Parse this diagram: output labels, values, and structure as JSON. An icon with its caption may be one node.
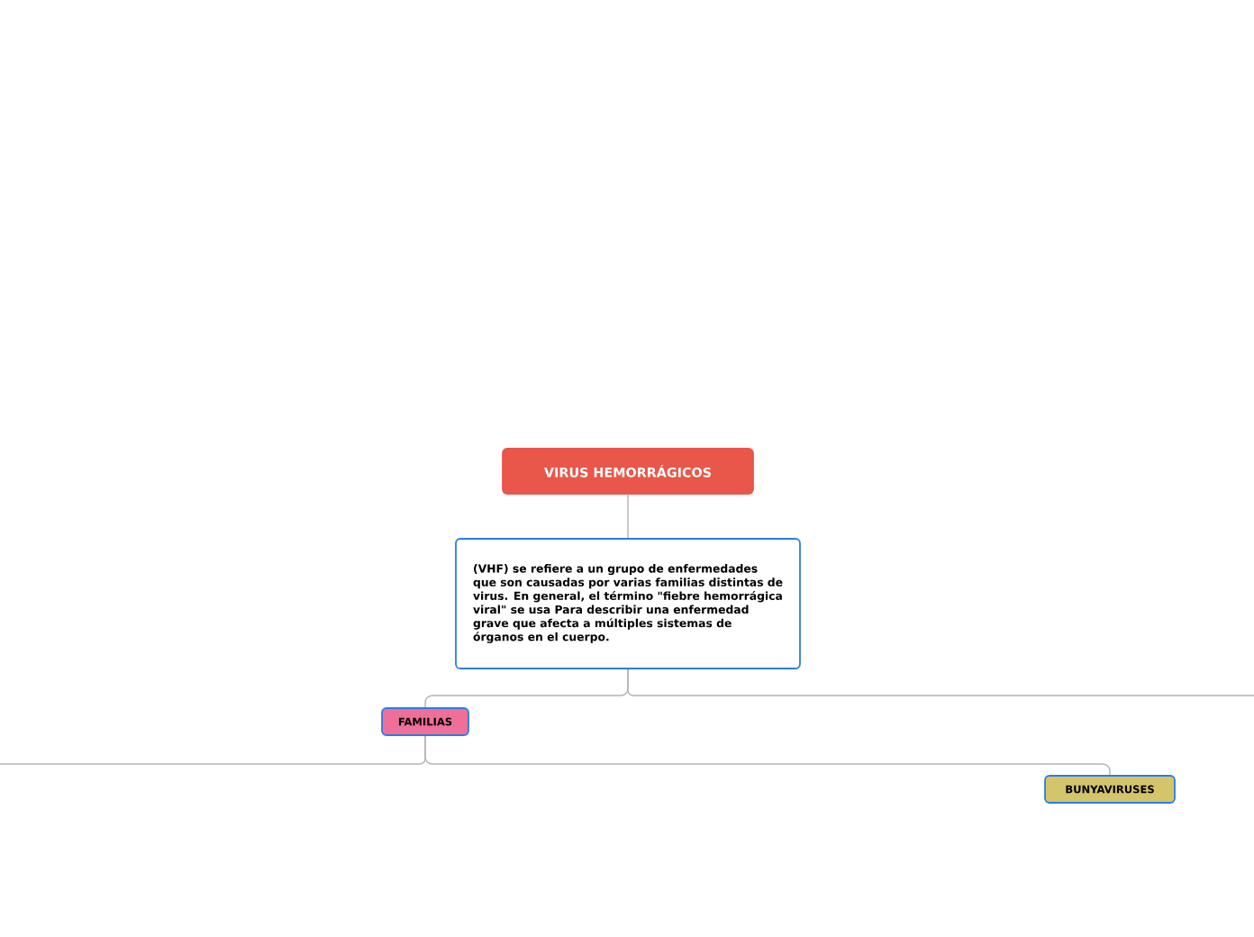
{
  "diagram": {
    "nodes": [
      {
        "text": [
          "VIRUS HEMORRÁGICOS"
        ]
      },
      {
        "text": [
          "(VHF) se refiere a un grupo de enfermedades que son causadas por varias familias distintas de virus. En general, el término \"fiebre hemorrágica viral\" se usa Para describir una enfermedad grave que afecta a múltiples sistemas de órganos en el cuerpo."
        ]
      },
      {
        "text": [
          "FAMILIAS"
        ]
      },
      {
        "text": [
          "BUNYAVIRUSES"
        ]
      }
    ],
    "edges": [
      {
        "from": 0,
        "to": 1,
        "arrow": "none"
      },
      {
        "from": 1,
        "to": 2,
        "arrow": "none"
      },
      {
        "from": 1,
        "to": null,
        "arrow": "none"
      },
      {
        "from": 2,
        "to": 3,
        "arrow": "none"
      },
      {
        "from": 2,
        "to": null,
        "arrow": "none"
      }
    ]
  }
}
